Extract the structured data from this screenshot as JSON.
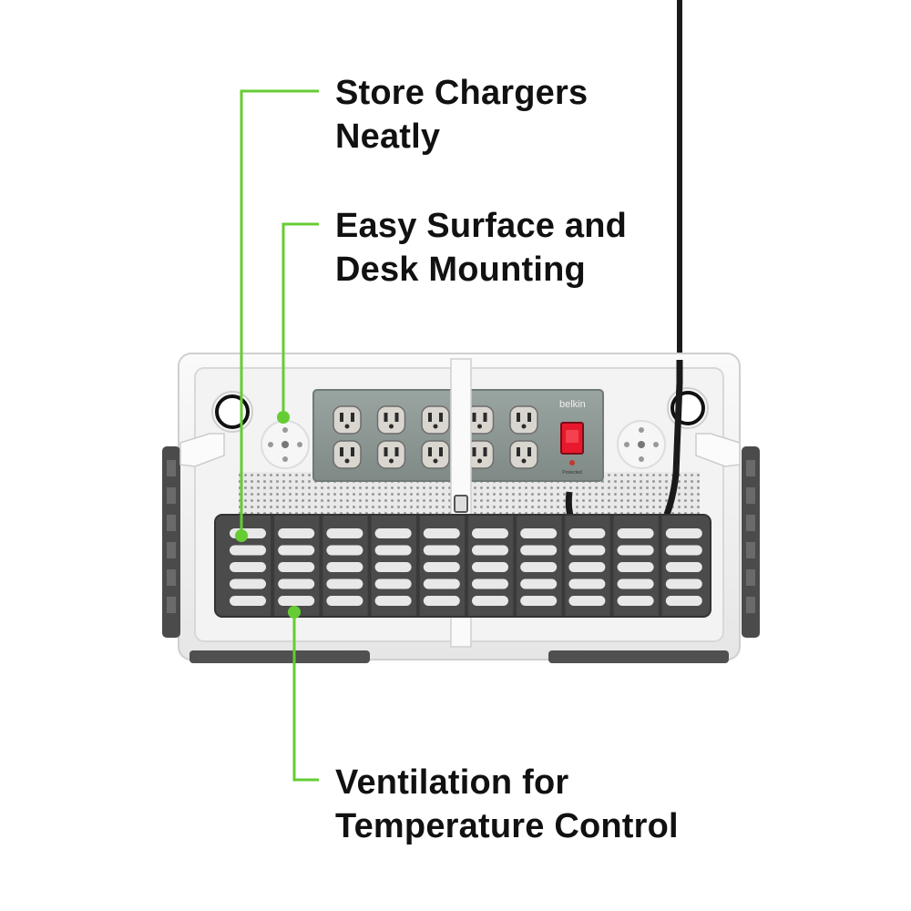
{
  "callouts": {
    "chargers": {
      "line1": "Store Chargers",
      "line2": "Neatly"
    },
    "mounting": {
      "line1": "Easy Surface and",
      "line2": "Desk Mounting"
    },
    "ventilation": {
      "line1": "Ventilation for",
      "line2": "Temperature Control"
    }
  },
  "product": {
    "brand": "belkin",
    "switch_label": "Protected",
    "outlet_count": 10
  },
  "colors": {
    "accent_green": "#66cc33",
    "outlet_strip": "#8f9a96",
    "tray": "#4b4b4b",
    "switch_red": "#e8192c",
    "background": "#ffffff"
  }
}
